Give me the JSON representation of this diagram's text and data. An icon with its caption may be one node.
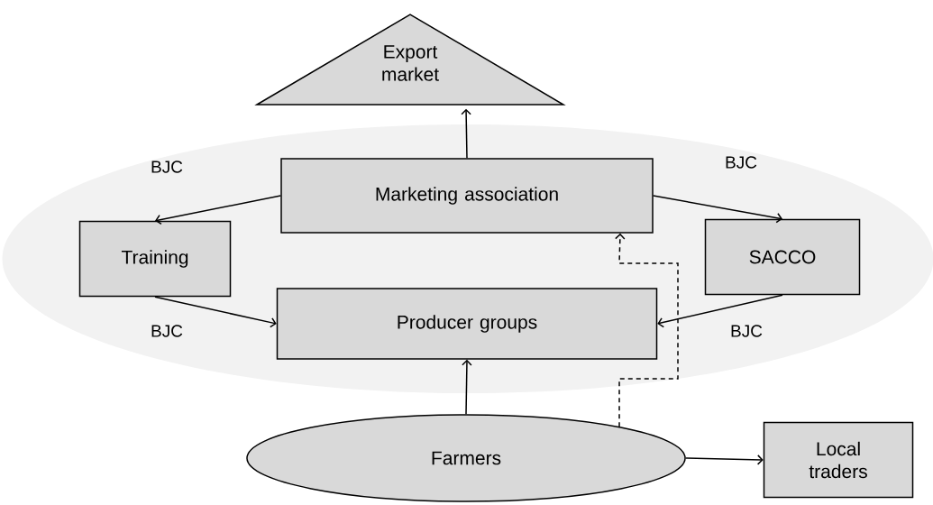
{
  "diagram": {
    "nodes": [
      {
        "text": [],
        "shape": "ellipse"
      },
      {
        "text": [
          "Export market"
        ]
      },
      {
        "text": [
          "Marketing association"
        ],
        "in": 0
      },
      {
        "text": [
          "Training"
        ],
        "in": 0
      },
      {
        "text": [
          "SACCO"
        ],
        "in": 0
      },
      {
        "text": [
          "Producer groups"
        ],
        "in": 0
      },
      {
        "text": [
          "Farmers"
        ]
      },
      {
        "text": [
          "Local traders"
        ]
      }
    ],
    "edges": [
      {
        "from": 2,
        "to": 1,
        "arrow": "to"
      },
      {
        "from": 2,
        "to": 3,
        "arrow": "to",
        "label": "BJC"
      },
      {
        "from": 3,
        "to": 5,
        "arrow": "to",
        "label": "BJC"
      },
      {
        "from": 2,
        "to": 4,
        "arrow": "to",
        "label": "BJC"
      },
      {
        "from": 4,
        "to": 5,
        "arrow": "to",
        "label": "BJC"
      },
      {
        "from": 6,
        "to": 5,
        "arrow": "to"
      },
      {
        "from": 6,
        "to": 2,
        "arrow": "to",
        "style": "dashed"
      },
      {
        "from": 6,
        "to": 7,
        "arrow": "to"
      }
    ]
  }
}
